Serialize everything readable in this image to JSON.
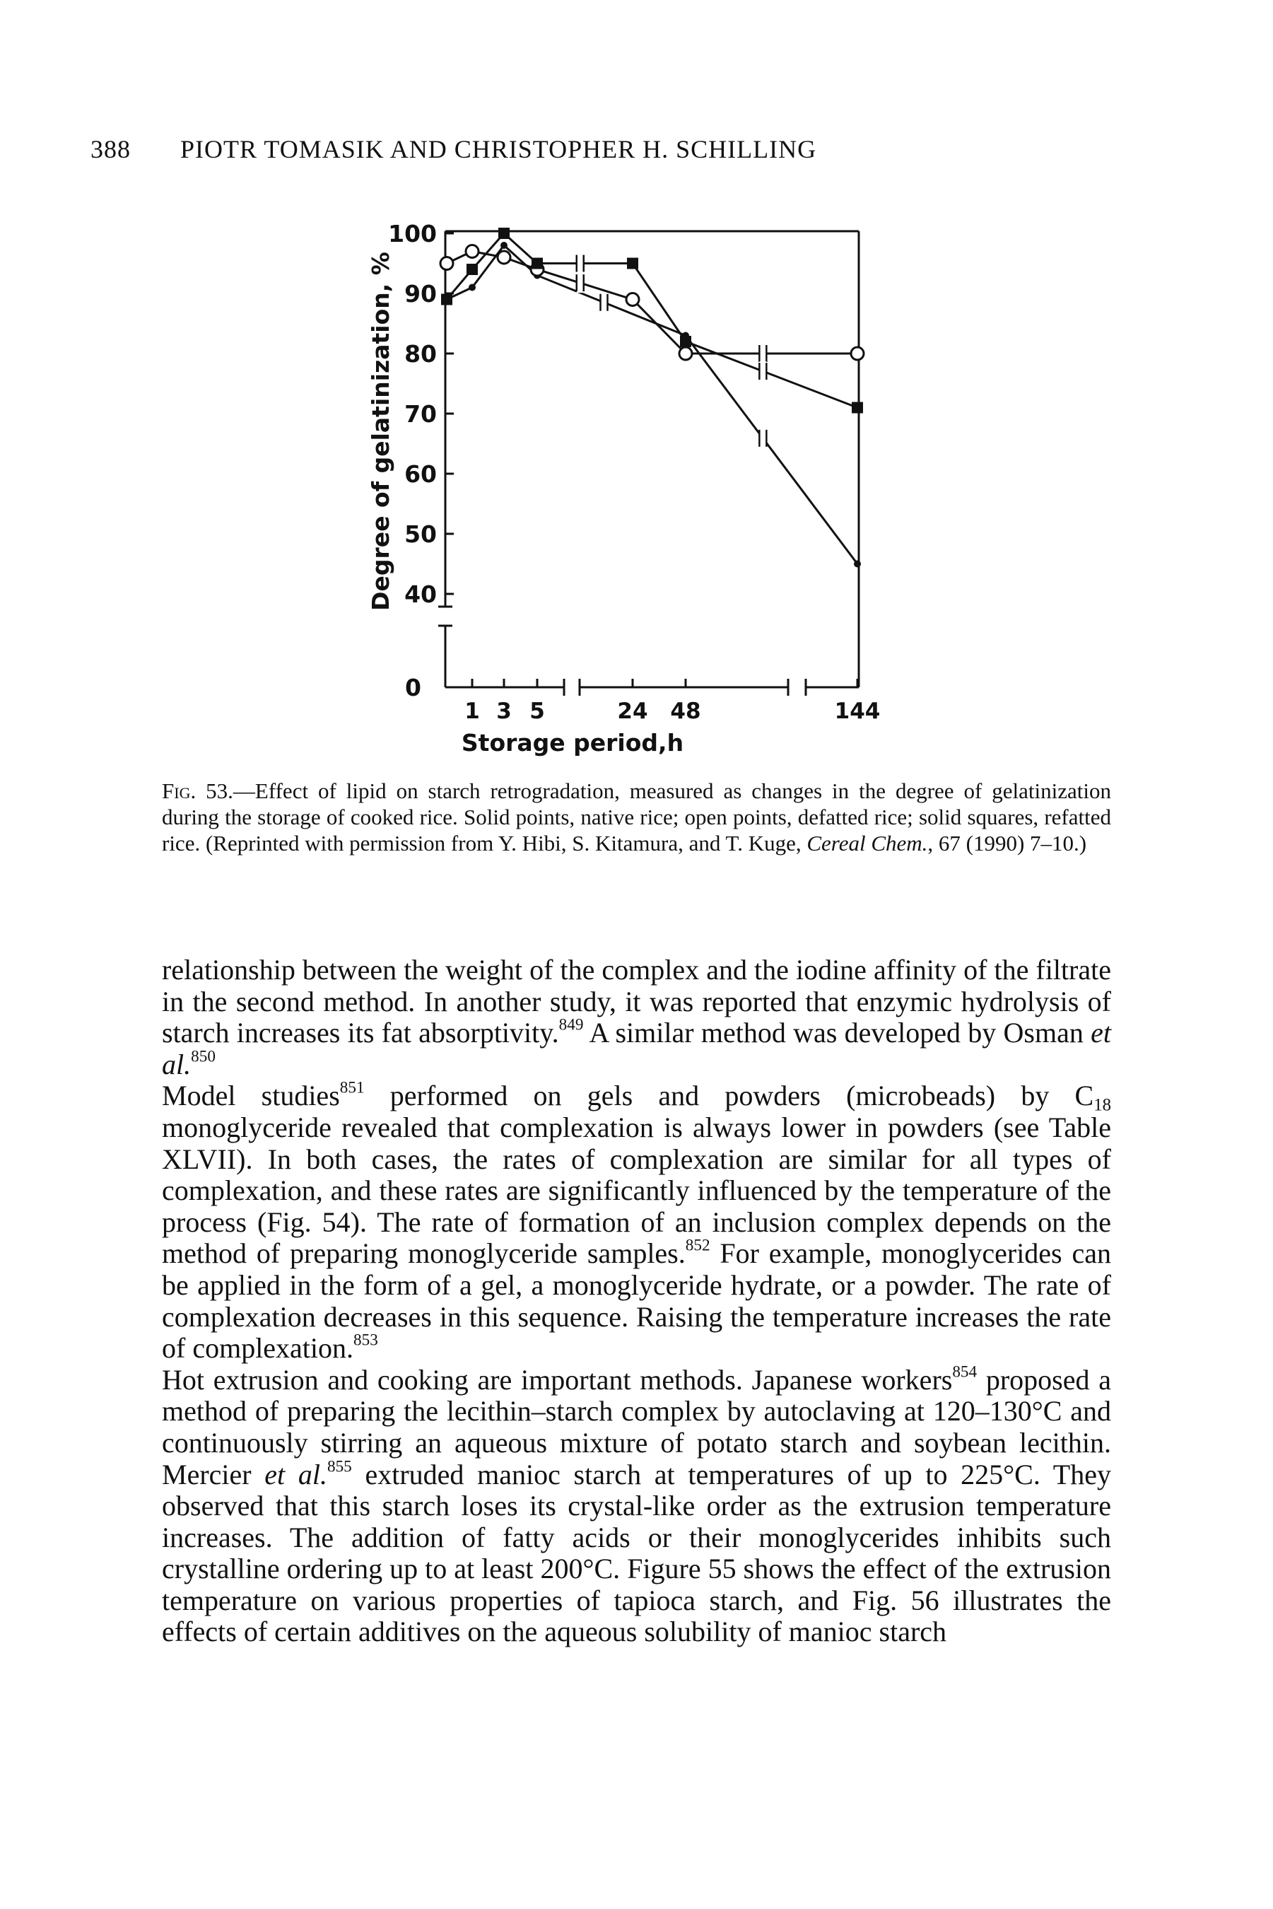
{
  "header": {
    "page_number": "388",
    "running_title": "PIOTR TOMASIK AND CHRISTOPHER H. SCHILLING"
  },
  "chart_data": {
    "type": "line",
    "xlabel": "Storage period,h",
    "ylabel": "Degree of gelatinization, %",
    "x_tick_labels": [
      "1",
      "3",
      "5",
      "24",
      "48",
      "144"
    ],
    "y_tick_labels": [
      "0",
      "40",
      "50",
      "60",
      "70",
      "80",
      "90",
      "100"
    ],
    "ylim": [
      0,
      100
    ],
    "axis_breaks": {
      "x": [
        "5-24",
        "48-144"
      ],
      "y": [
        "0-40"
      ]
    },
    "grid": false,
    "legend": "none",
    "series": [
      {
        "marker": "solid-circle",
        "x": [
          0,
          1,
          3,
          5,
          48,
          144
        ],
        "y": [
          89,
          91,
          98,
          93,
          83,
          45
        ]
      },
      {
        "marker": "open-circle",
        "x": [
          0,
          1,
          3,
          5,
          24,
          48,
          144
        ],
        "y": [
          95,
          97,
          96,
          94,
          89,
          80,
          80
        ]
      },
      {
        "marker": "solid-square",
        "x": [
          0,
          1,
          3,
          5,
          24,
          48,
          144
        ],
        "y": [
          89,
          94,
          100,
          95,
          95,
          82,
          71
        ]
      }
    ]
  },
  "caption": {
    "label": "Fig. 53.",
    "text": "—Effect of lipid on starch retrogradation, measured as changes in the degree of gelatinization during the storage of cooked rice. Solid points, native rice; open points, defatted rice; solid squares, refatted rice. (Reprinted with permission from Y. Hibi, S. Kitamura, and T. Kuge, ",
    "journal": "Cereal Chem.",
    "citation_tail": ", 67 (1990) 7–10.)"
  },
  "body": {
    "p1_a": "relationship between the weight of the complex and the iodine affinity of the filtrate in the second method. In another study, it was reported that enzymic hydrolysis of starch increases its fat absorptivity.",
    "p1_ref1": "849",
    "p1_b": " A similar method was developed by Osman ",
    "p1_etal": "et al.",
    "p1_ref2": "850",
    "p2_a": "Model studies",
    "p2_ref1": "851",
    "p2_b": " performed on gels and powders (microbeads) by C",
    "p2_sub": "18",
    "p2_c": " monoglyceride revealed that complexation is always lower in powders (see Table XLVII). In both cases, the rates of complexation are similar for all types of complexation, and these rates are significantly influenced by the temperature of the process (Fig. 54). The rate of formation of an inclusion complex depends on the method of preparing monoglyceride samples.",
    "p2_ref2": "852",
    "p2_d": " For example, monoglycerides can be applied in the form of a gel, a monoglyceride hydrate, or a powder. The rate of complexation decreases in this sequence. Raising the temperature increases the rate of complexation.",
    "p2_ref3": "853",
    "p3_a": "Hot extrusion and cooking are important methods. Japanese workers",
    "p3_ref1": "854",
    "p3_b": " proposed a method of preparing the lecithin–starch complex by autoclaving at 120–130°C and continuously stirring an aqueous mixture of potato starch and soybean lecithin. Mercier ",
    "p3_etal": "et al.",
    "p3_ref2": "855",
    "p3_c": " extruded manioc starch at temperatures of up to 225°C. They observed that this starch loses its crystal-like order as the extrusion temperature increases. The addition of fatty acids or their monoglycerides inhibits such crystalline ordering up to at least 200°C. Figure 55 shows the effect of the extrusion temperature on various properties of tapioca starch, and Fig. 56 illustrates the effects of certain additives on the aqueous solubility of manioc starch"
  }
}
